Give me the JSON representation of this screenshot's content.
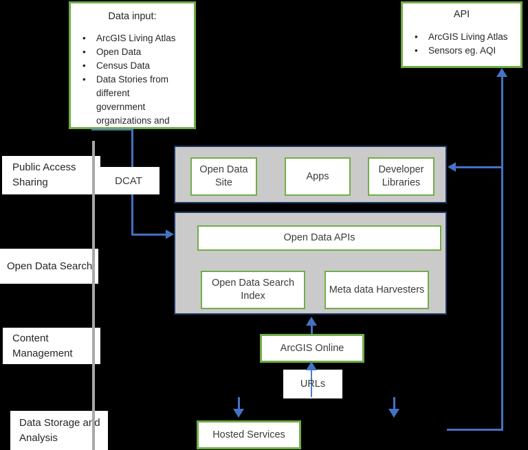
{
  "diagram": {
    "data_input": {
      "title": "Data input:",
      "items": [
        "ArcGIS Living Atlas",
        "Open Data",
        "Census Data",
        "Data Stories from different government organizations and"
      ]
    },
    "api": {
      "title": "API",
      "items": [
        "ArcGIS Living Atlas",
        "Sensors eg. AQI"
      ]
    },
    "lanes": {
      "public_access": "Public Access Sharing",
      "open_data_search": "Open Data Search",
      "content_management": "Content Management",
      "data_storage": "Data Storage and Analysis"
    },
    "dcat": "DCAT",
    "access_layer": {
      "open_data_site": "Open Data Site",
      "apps": "Apps",
      "developer_libraries": "Developer Libraries"
    },
    "search_layer": {
      "open_data_apis": "Open Data APIs",
      "search_index": "Open Data Search Index",
      "harvesters": "Meta data Harvesters"
    },
    "arcgis_online": "ArcGIS Online",
    "urls": "URLs",
    "hosted_services": "Hosted Services"
  },
  "colors": {
    "green": "#70ad47",
    "blue": "#4472c4",
    "navy": "#1f3864",
    "container_fill": "#cbcaca",
    "lane_line": "#a8a8a8",
    "background": "#000000"
  }
}
